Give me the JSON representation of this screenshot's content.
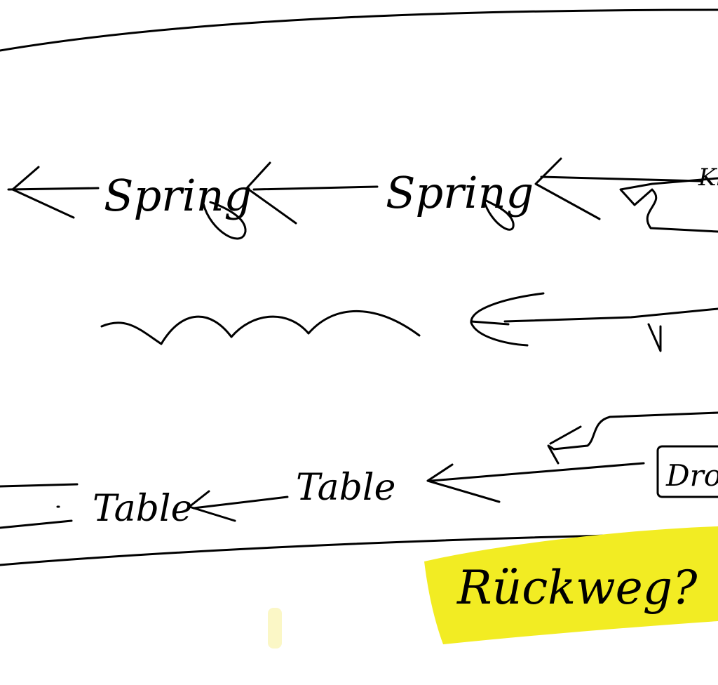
{
  "colors": {
    "ink": "#000000",
    "highlight": "#f2ec23",
    "highlight_faint": "#fbf7c6",
    "background": "#ffffff"
  },
  "labels": {
    "spring_1": "Spring",
    "spring_2": "Spring",
    "table_1": "Table",
    "table_2": "Table",
    "drop_box": "Drop",
    "top_right_fragment": "Kl",
    "question": "Rückweg?"
  }
}
